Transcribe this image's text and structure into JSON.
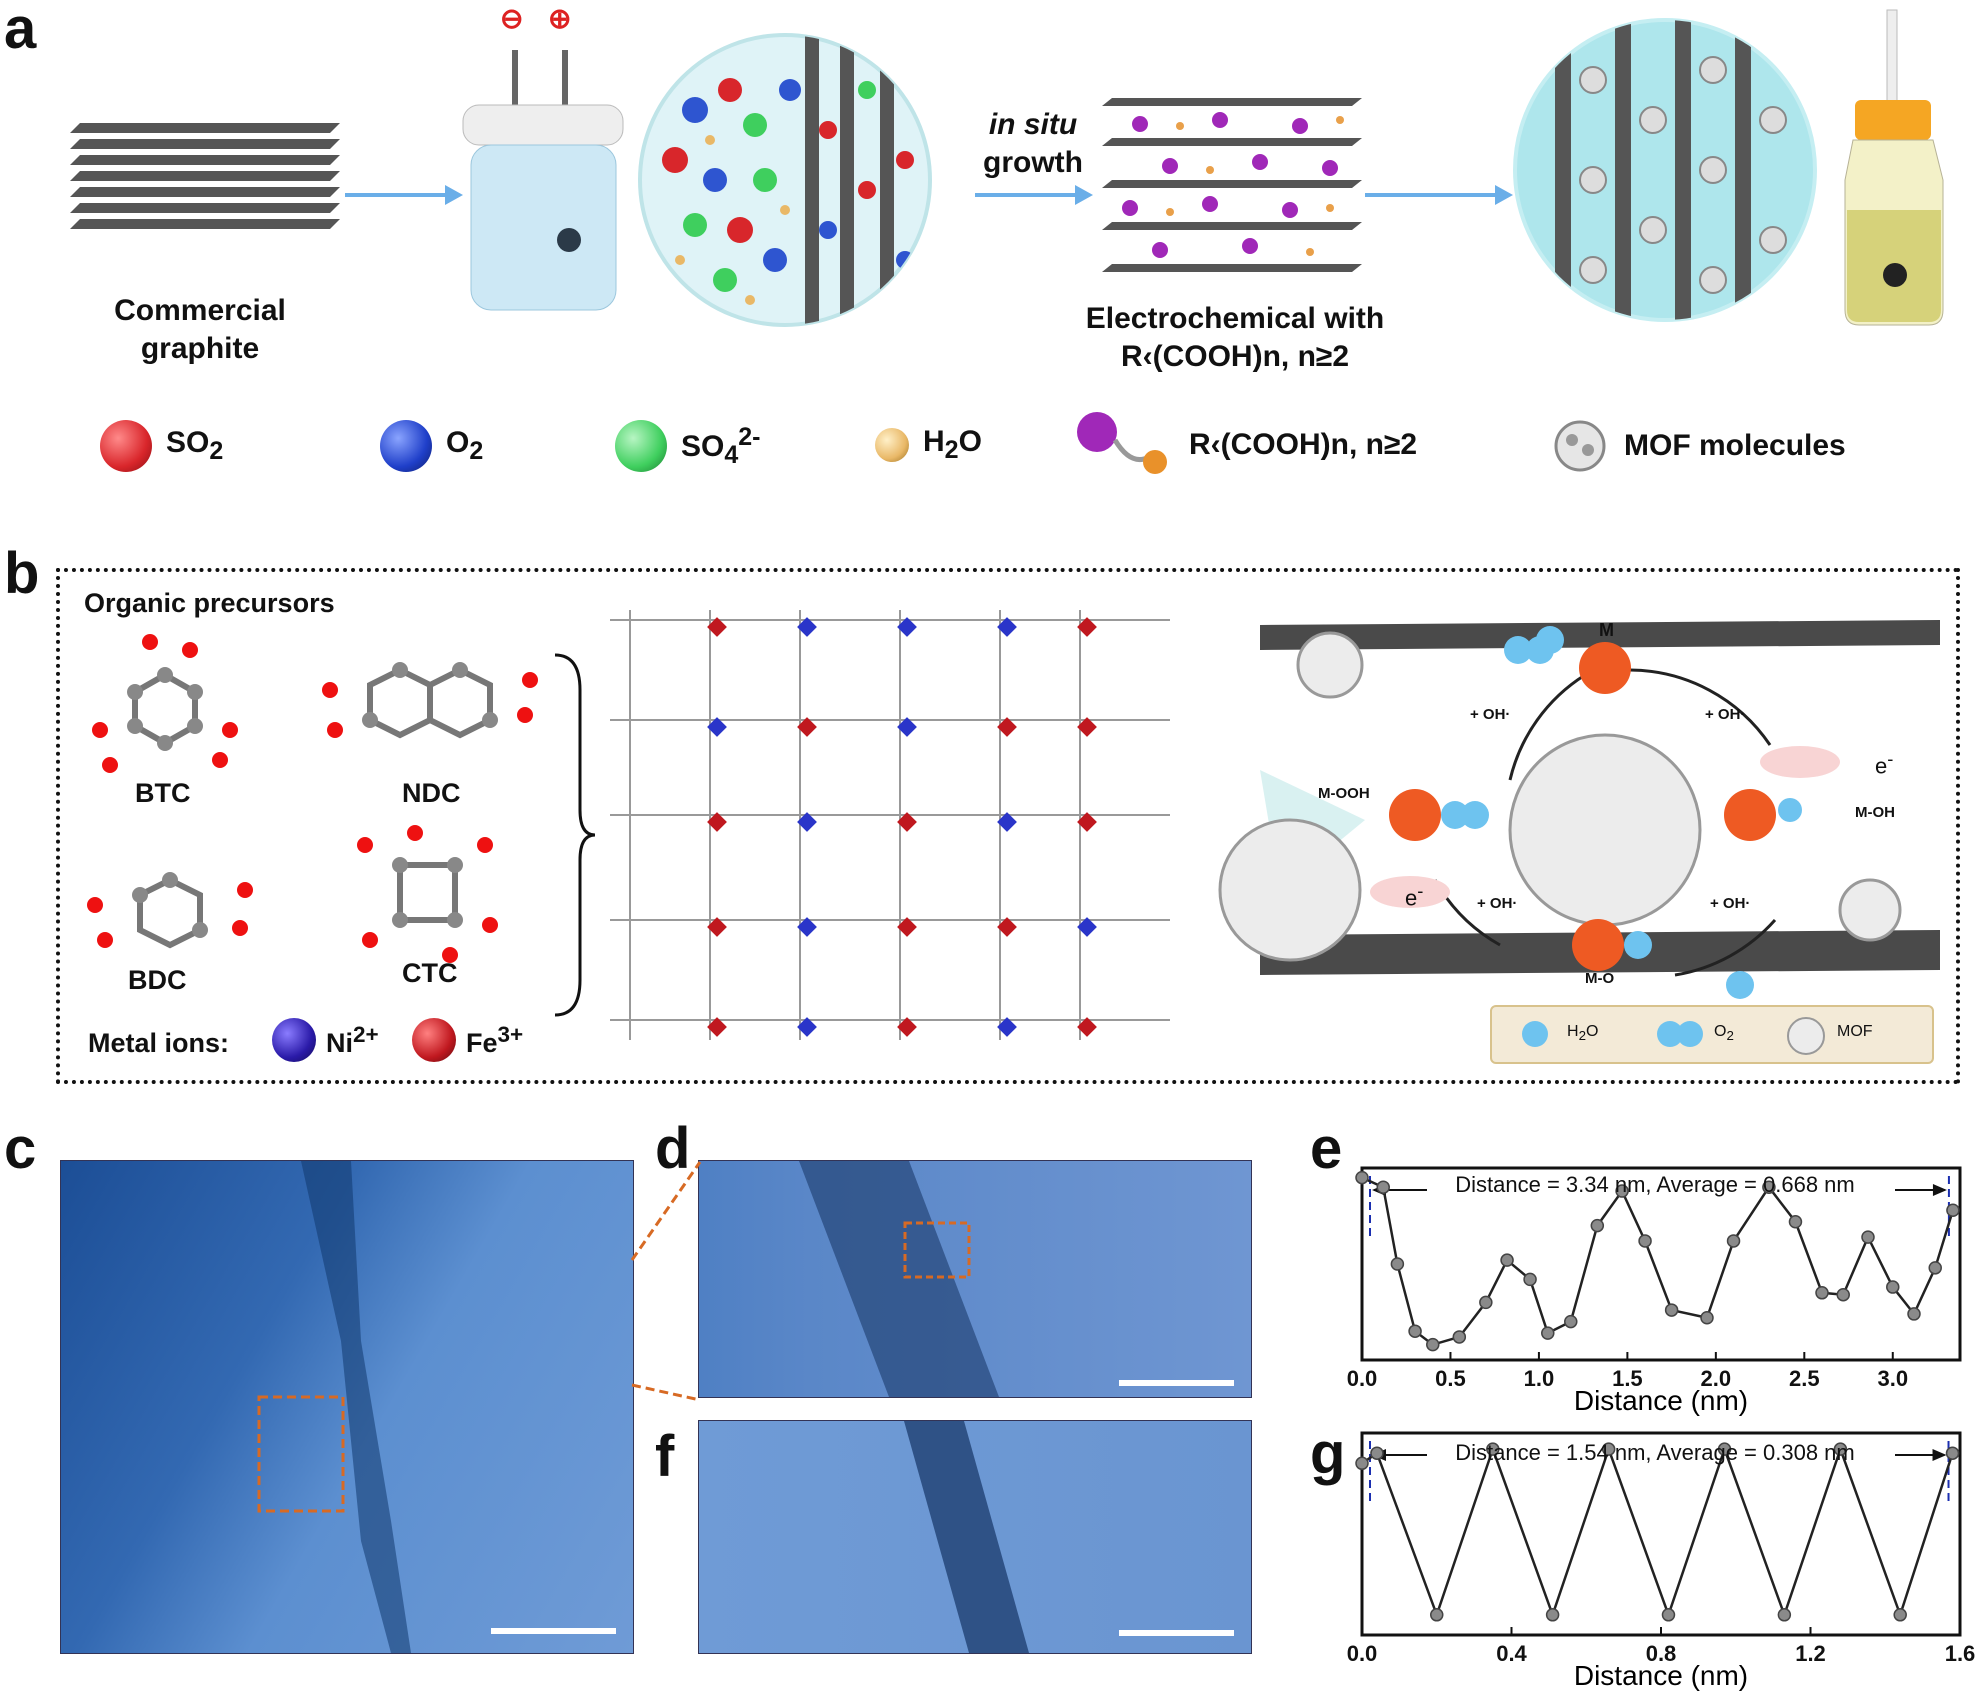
{
  "panel_a": {
    "label": "a",
    "step1": "Commercial\ngraphite",
    "arrow_label_italic": "in situ",
    "arrow_label": "growth",
    "step3_line1": "Electrochemical with",
    "step3_line2": "R‹(COOH)n, n≥2",
    "minus_sign": "⊖",
    "plus_sign": "⊕",
    "legend": [
      {
        "label": "SO",
        "sub": "2",
        "sup": "",
        "color": "#d9262b"
      },
      {
        "label": "O",
        "sub": "2",
        "sup": "",
        "color": "#1f3fc9"
      },
      {
        "label": "SO",
        "sub": "4",
        "sup": "2-",
        "color": "#3fcf5e"
      },
      {
        "label": "H",
        "sub": "2",
        "sup": "",
        "label2": "O",
        "color": "#e9b867"
      },
      {
        "label": "R‹(COOH)n, n≥2",
        "sub": "",
        "sup": "",
        "color": "#a028b8"
      },
      {
        "label": "MOF molecules",
        "sub": "",
        "sup": "",
        "color": "#cfcfcf"
      }
    ]
  },
  "panel_b": {
    "label": "b",
    "organic_title": "Organic precursors",
    "molecules": [
      "BTC",
      "NDC",
      "BDC",
      "CTC"
    ],
    "metal_label": "Metal ions:",
    "metal_ions": [
      {
        "label": "Ni",
        "sup": "2+",
        "color": "#2a1aa8"
      },
      {
        "label": "Fe",
        "sup": "3+",
        "color": "#c0181f"
      }
    ],
    "cycle": {
      "top_node": "M",
      "right_node": "M-OH",
      "bottom_node": "M-O",
      "left_node": "M-OOH",
      "oh_label": "+ OH·",
      "electron": "e",
      "electron_sup": "-"
    },
    "legend": [
      {
        "label": "H",
        "sub": "2",
        "label2": "O"
      },
      {
        "label": "O",
        "sub": "2",
        "label2": ""
      },
      {
        "label": "MOF",
        "sub": "",
        "label2": ""
      }
    ]
  },
  "panel_c": {
    "label": "c"
  },
  "panel_d": {
    "label": "d"
  },
  "panel_f": {
    "label": "f"
  },
  "panel_e": {
    "label": "e",
    "annotation": "Distance = 3.34 nm, Average = 0.668 nm"
  },
  "panel_g": {
    "label": "g",
    "annotation": "Distance = 1.54 nm, Average = 0.308 nm"
  },
  "chart_data": [
    {
      "type": "line",
      "panel": "e",
      "xlabel": "Distance (nm)",
      "ylabel": "",
      "xlim": [
        0,
        3.38
      ],
      "xticks": [
        "0.0",
        "0.5",
        "1.0",
        "1.5",
        "2.0",
        "2.5",
        "3.0"
      ],
      "x": [
        0.0,
        0.12,
        0.2,
        0.3,
        0.4,
        0.55,
        0.7,
        0.82,
        0.95,
        1.05,
        1.18,
        1.33,
        1.47,
        1.6,
        1.75,
        1.95,
        2.1,
        2.3,
        2.45,
        2.6,
        2.72,
        2.86,
        3.0,
        3.12,
        3.24,
        3.34
      ],
      "y": [
        0.95,
        0.9,
        0.5,
        0.15,
        0.08,
        0.12,
        0.3,
        0.52,
        0.42,
        0.14,
        0.2,
        0.7,
        0.88,
        0.62,
        0.26,
        0.22,
        0.62,
        0.9,
        0.72,
        0.35,
        0.34,
        0.64,
        0.38,
        0.24,
        0.48,
        0.78
      ],
      "markers": "circle",
      "annotation": "Distance = 3.34 nm, Average = 0.668 nm"
    },
    {
      "type": "line",
      "panel": "g",
      "xlabel": "Distance (nm)",
      "ylabel": "",
      "xlim": [
        0,
        1.6
      ],
      "xticks": [
        "0.0",
        "0.4",
        "0.8",
        "1.2",
        "1.6"
      ],
      "x": [
        0.0,
        0.04,
        0.2,
        0.35,
        0.51,
        0.66,
        0.82,
        0.97,
        1.13,
        1.28,
        1.44,
        1.58
      ],
      "y": [
        0.85,
        0.9,
        0.1,
        0.92,
        0.1,
        0.92,
        0.1,
        0.92,
        0.1,
        0.92,
        0.1,
        0.9
      ],
      "markers": "circle",
      "annotation": "Distance = 1.54 nm, Average = 0.308 nm"
    }
  ]
}
